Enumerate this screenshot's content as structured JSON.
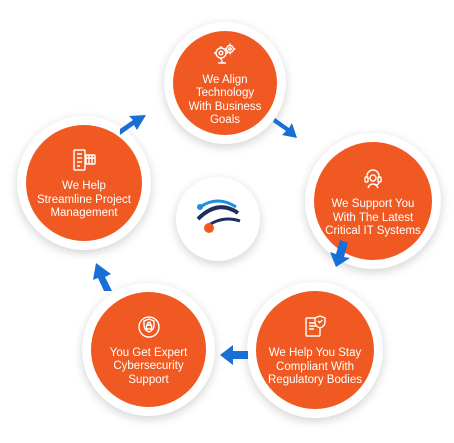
{
  "colors": {
    "node_fill": "#f05a22",
    "arrow": "#1a6fd6",
    "logo_navy": "#1e2f5c",
    "logo_blue": "#1e8fe0",
    "logo_orange": "#f05a22"
  },
  "center": {
    "logo": "company-logo"
  },
  "nodes": [
    {
      "icon": "gears-brain-icon",
      "label": "We Align Technology With Business Goals"
    },
    {
      "icon": "headset-support-icon",
      "label": "We Support You With The Latest Critical IT Systems"
    },
    {
      "icon": "compliance-document-icon",
      "label": "We Help You Stay Compliant With Regulatory Bodies"
    },
    {
      "icon": "shield-lock-icon",
      "label": "You Get Expert Cybersecurity Support"
    },
    {
      "icon": "project-board-icon",
      "label": "We Help Streamline Project Management"
    }
  ]
}
